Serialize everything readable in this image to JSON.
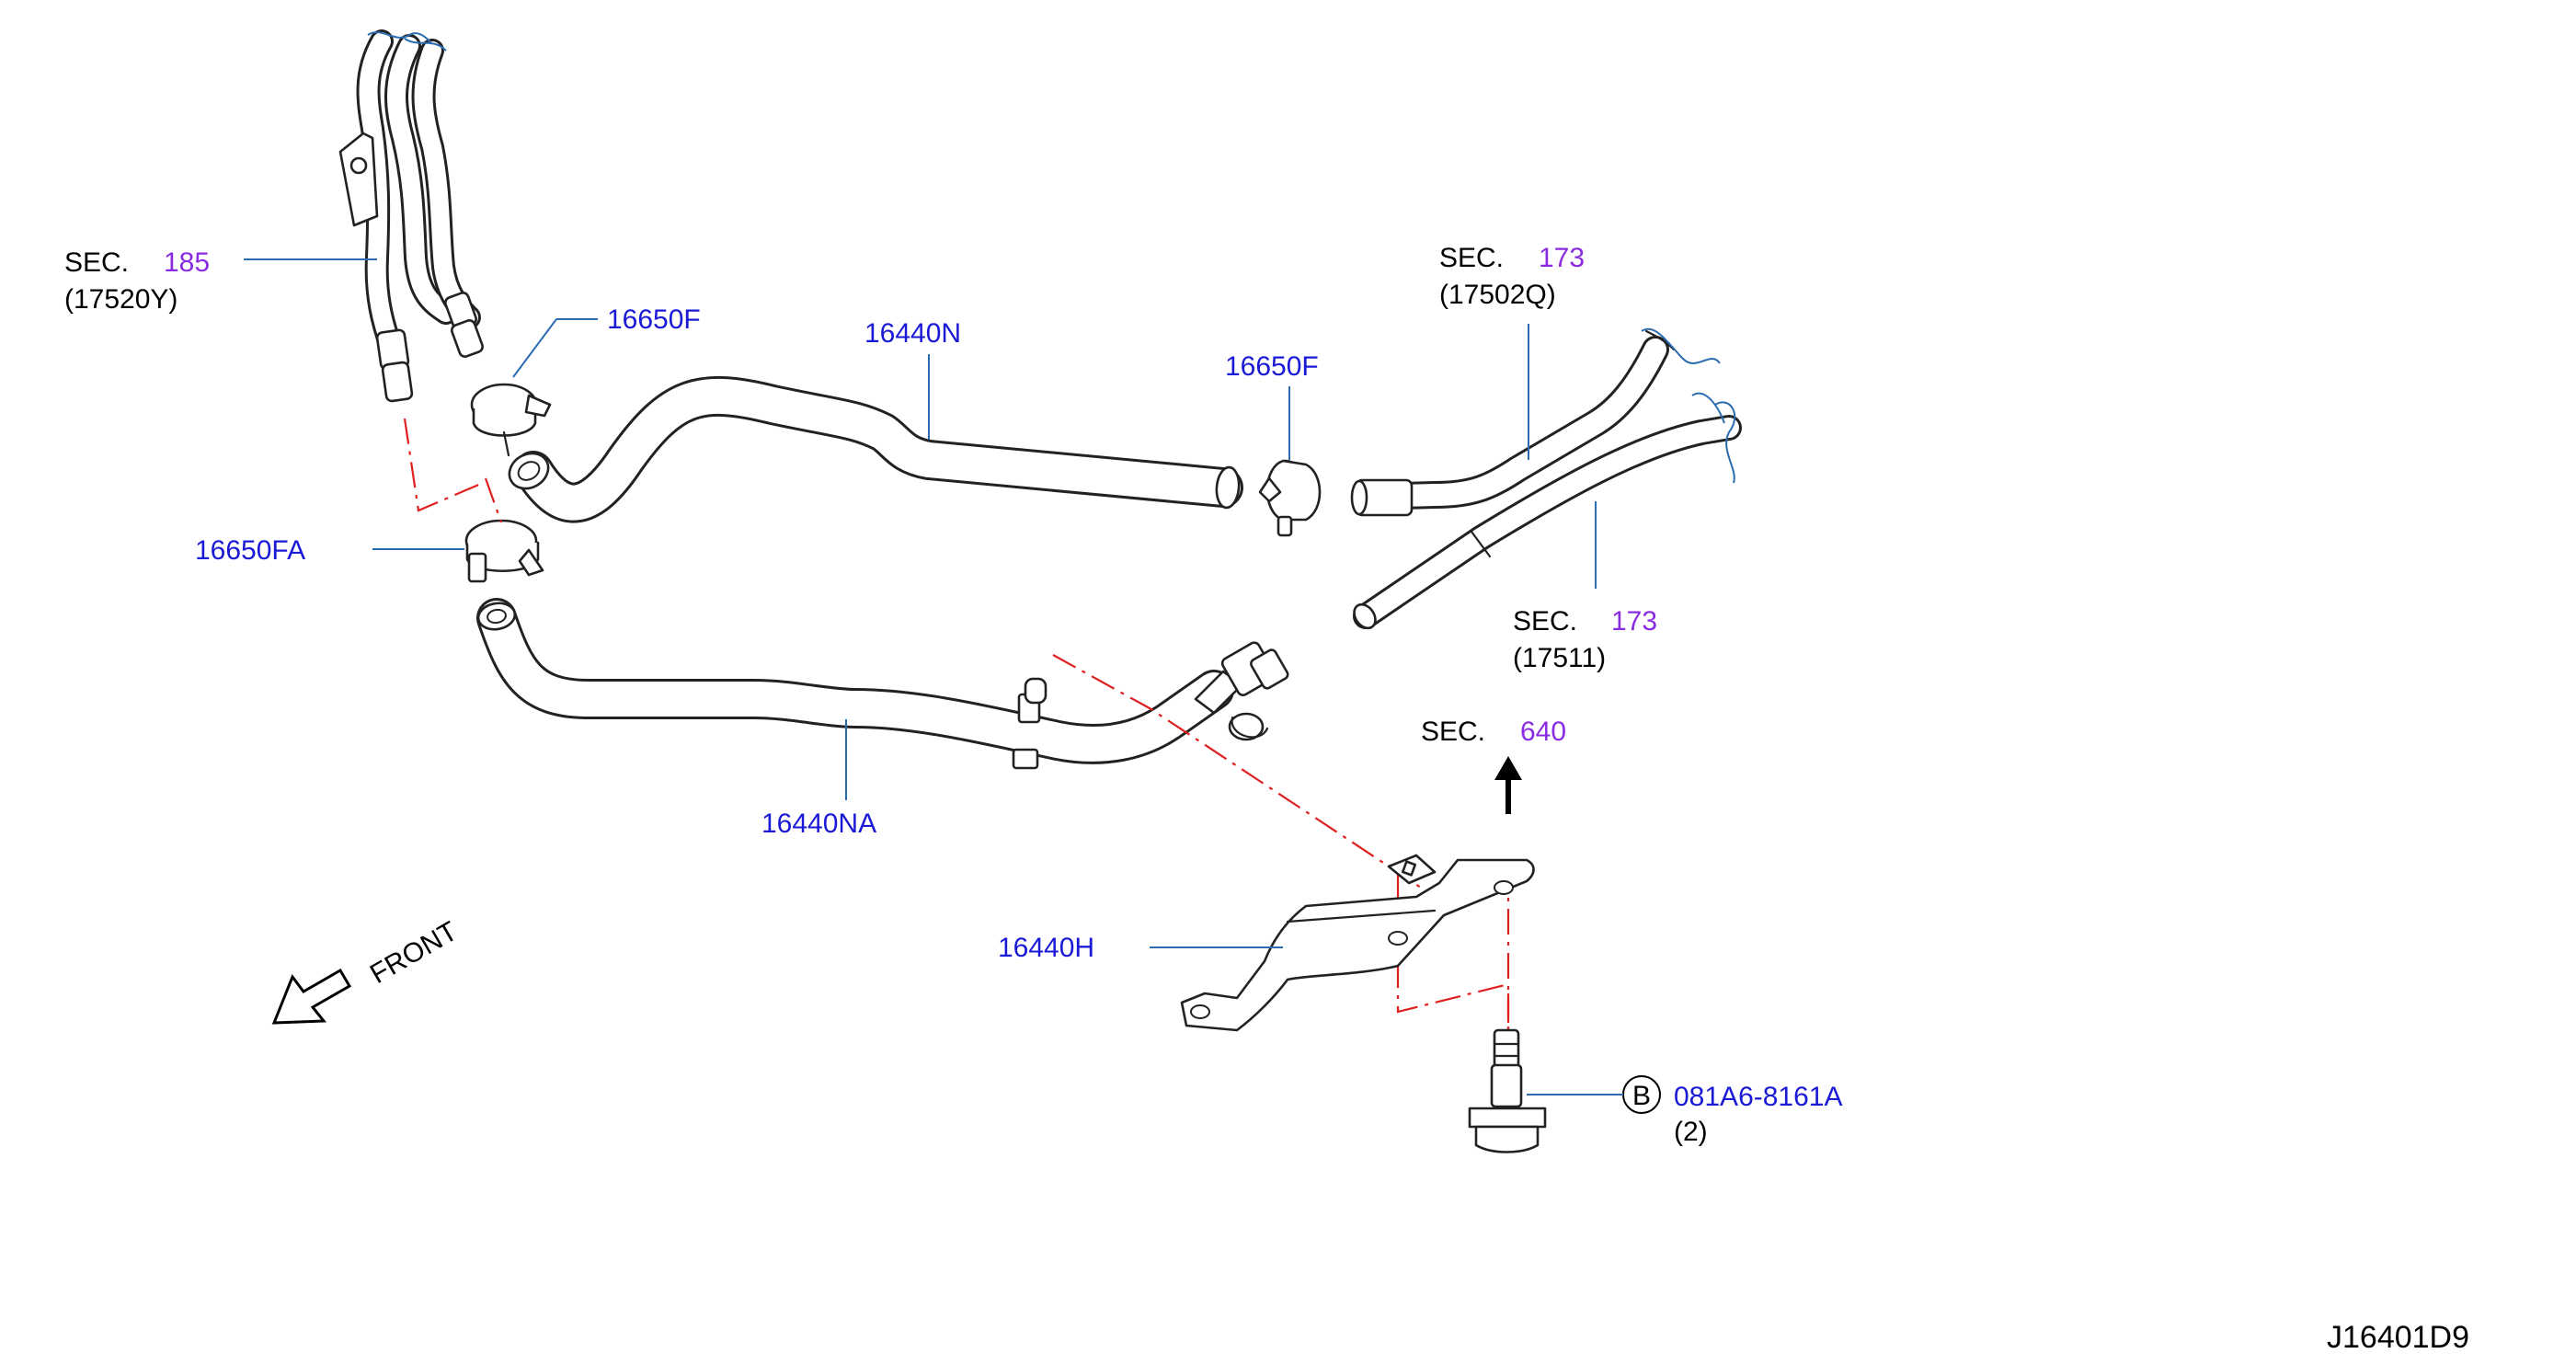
{
  "labels": {
    "sec_185": {
      "sec": "SEC.",
      "ref": "185",
      "sub": "(17520Y)"
    },
    "clamp_16650F_left": "16650F",
    "hose_16440N": "16440N",
    "clamp_16650F_right": "16650F",
    "sec_173_upper": {
      "sec": "SEC.",
      "ref": "173",
      "sub": "(17502Q)"
    },
    "clamp_16650FA": "16650FA",
    "sec_173_lower": {
      "sec": "SEC.",
      "ref": "173",
      "sub": "(17511)"
    },
    "sec_640": {
      "sec": "SEC.",
      "ref": "640"
    },
    "hose_16440NA": "16440NA",
    "bracket_16440H": "16440H",
    "bolt": {
      "badge": "B",
      "part": "081A6-8161A",
      "qty": "(2)"
    },
    "front": "FRONT",
    "diagram_code": "J16401D9"
  },
  "colors": {
    "part_number": "#1a1ad6",
    "section_ref": "#8a2be2",
    "leader": "#2b6cb0",
    "dash_dot": "#e02020",
    "outline": "#222222"
  }
}
